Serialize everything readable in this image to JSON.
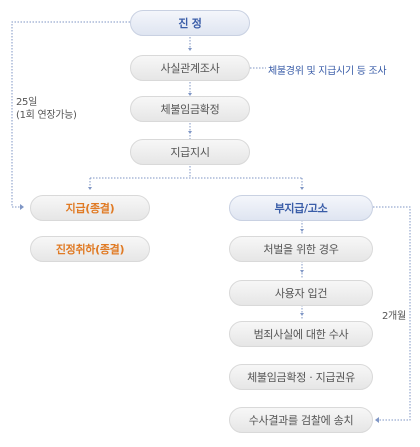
{
  "flow": {
    "top": "진 정",
    "main_steps": [
      "사실관계조사",
      "체불임금확정",
      "지급지시"
    ],
    "left_steps": [
      "지급(종결)",
      "진정취하(종결)"
    ],
    "right_head": "부지급/고소",
    "right_steps": [
      "처벌을 위한 경우",
      "사용자 입건",
      "범죄사실에 대한 수사",
      "체불임금확정 · 지급권유",
      "수사결과를 검찰에 송치"
    ]
  },
  "notes": {
    "investigation": "체불경위 및 지급시기 등 조사",
    "period_days": "25일",
    "period_extension": "(1회 연장가능)",
    "period_months": "2개월"
  },
  "colors": {
    "accent_blue": "#3a5da8",
    "accent_orange": "#e07a24",
    "connector": "#7f96c5"
  }
}
